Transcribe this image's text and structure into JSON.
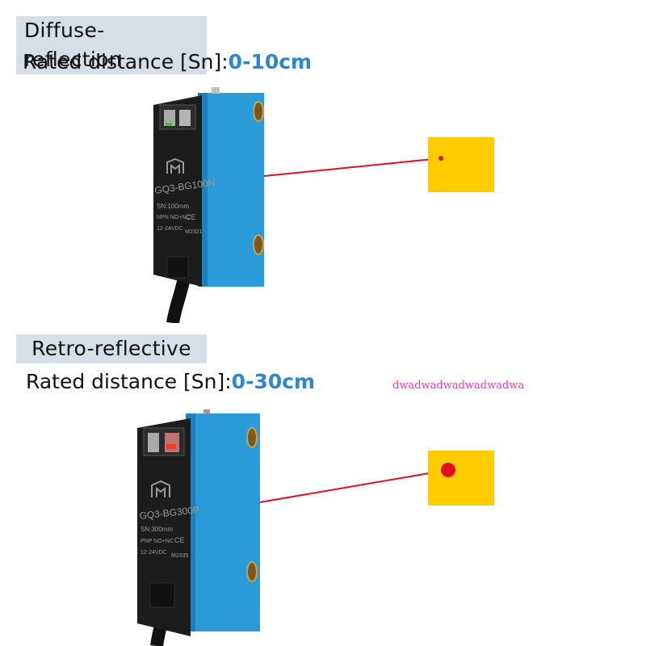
{
  "sections": [
    {
      "mode": "Diffuse-reflection",
      "rated_label": "Rated distance [Sn]:",
      "rated_value": "0-10cm",
      "sensor": {
        "model": "GQ3-BG100N",
        "sn": "SN:100mm",
        "output": "NPN NO+NC",
        "voltage": "12-24VDC",
        "batch": "M2321",
        "ce": "CE"
      }
    },
    {
      "mode": "Retro-reflective",
      "rated_label": "Rated distance [Sn]:",
      "rated_value": "0-30cm",
      "sensor": {
        "model": "GQ3-BG300P",
        "sn": "SN:300mm",
        "output": "PNP NO+NC",
        "voltage": "12-24VDC",
        "batch": "M2335",
        "ce": "CE"
      }
    }
  ],
  "watermark": "dwadwadwadwadwadwa",
  "colors": {
    "tag_bg": "#d6dee8",
    "accent_blue": "#2e86d0",
    "sensor_blue": "#2a9ad8",
    "sensor_black": "#1c1c1c",
    "target_yellow": "#ffcc00",
    "beam_red": "#e01020",
    "watermark_pink": "#e040b0"
  },
  "icons": [
    "brand-logo-icon",
    "ce-mark-icon",
    "mounting-hole-icon",
    "laser-dot-icon"
  ]
}
